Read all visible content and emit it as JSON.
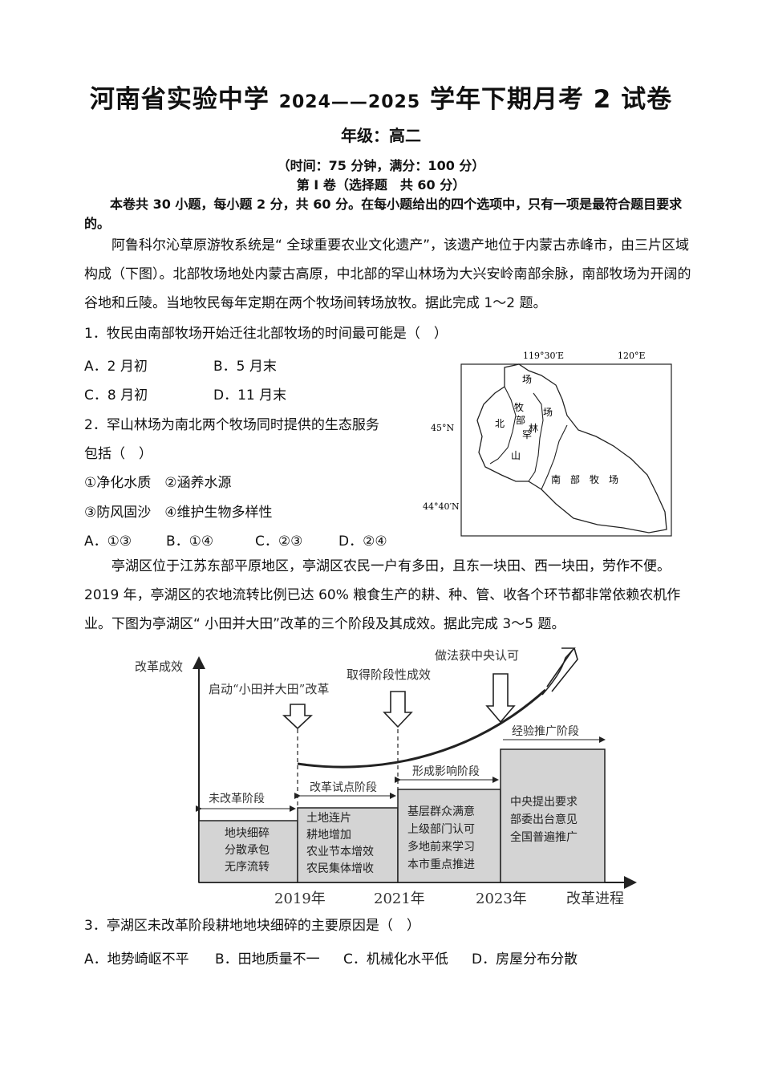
{
  "header": {
    "title_pre": "河南省实验中学 ",
    "title_years": "2024——2025",
    "title_post": " 学年下期月考 2 试卷",
    "grade": "年级：高二",
    "time_info": "（时间：75 分钟，满分：100 分）",
    "part": "第 I 卷（选择题　共 60 分）",
    "instructions": "本卷共 30 小题，每小题 2 分，共 60 分。在每小题给出的四个选项中，只有一项是最符合题目要求的。"
  },
  "passage1": "阿鲁科尔沁草原游牧系统是“ 全球重要农业文化遗产”，该遗产地位于内蒙古赤峰市，由三片区域构成（下图）。北部牧场地处内蒙古高原，中北部的罕山林场为大兴安岭南部余脉，南部牧场为开阔的谷地和丘陵。当地牧民每年定期在两个牧场间转场放牧。据此完成 1～2 题。",
  "q1": {
    "stem": "1．牧民由南部牧场开始迁往北部牧场的时间最可能是（　）",
    "options": [
      "A．2 月初",
      "B．5 月末",
      "C．8 月初",
      "D．11 月末"
    ]
  },
  "q2": {
    "stem_line1": "2．罕山林场为南北两个牧场同时提供的生态服务",
    "stem_line2": "包括（　）",
    "items_line1": "①净化水质　②涵养水源",
    "items_line2": "③防风固沙　④维护生物多样性",
    "options": [
      "A．①③",
      "B．①④",
      "C．②③",
      "D．②④"
    ]
  },
  "map": {
    "lon1": "119°30′E",
    "lon2": "120°E",
    "lat1": "45°N",
    "lat2": "44°40′N",
    "labels": [
      "场",
      "牧",
      "场",
      "北",
      "部",
      "罕",
      "林",
      "山",
      "南　部　牧　场"
    ]
  },
  "passage2": "亭湖区位于江苏东部平原地区，亭湖区农民一户有多田，且东一块田、西一块田，劳作不便。2019 年，亭湖区的农地流转比例已达 60%  粮食生产的耕、种、管、收各个环节都非常依赖农机作业。下图为亭湖区“ 小田并大田”改革的三个阶段及其成效。据此完成 3～5 题。",
  "diagram": {
    "y_label": "改革成效",
    "x_label": "改革进程",
    "years": [
      "2019年",
      "2021年",
      "2023年"
    ],
    "events": [
      "启动“小田并大田”改革",
      "取得阶段性成效",
      "做法获中央认可"
    ],
    "stages": [
      "未改革阶段",
      "改革试点阶段",
      "形成影响阶段",
      "经验推广阶段"
    ],
    "box1": [
      "地块细碎",
      "分散承包",
      "无序流转"
    ],
    "box2": [
      "土地连片",
      "耕地增加",
      "农业节本增效",
      "农民集体增收"
    ],
    "box3": [
      "基层群众满意",
      "上级部门认可",
      "多地前来学习",
      "本市重点推进"
    ],
    "box4": [
      "中央提出要求",
      "部委出台意见",
      "全国普遍推广"
    ]
  },
  "q3": {
    "stem": "3．亭湖区未改革阶段耕地地块细碎的主要原因是（　）",
    "options": [
      "A．地势崎岖不平",
      "B．田地质量不一",
      "C．机械化水平低",
      "D．房屋分布分散"
    ]
  }
}
